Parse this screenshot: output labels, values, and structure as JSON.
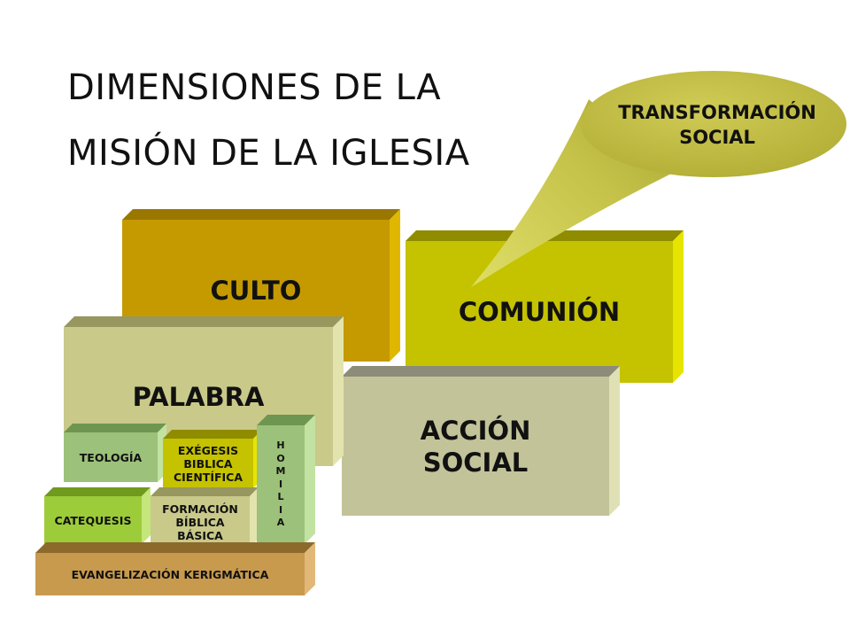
{
  "title": {
    "line1": "DIMENSIONES DE LA",
    "line2": "MISIÓN DE LA IGLESIA"
  },
  "blocks": {
    "culto": "CULTO",
    "comunion": "COMUNIÓN",
    "palabra": "PALABRA",
    "accion_social_1": "ACCIÓN",
    "accion_social_2": "SOCIAL",
    "teologia": "TEOLOGÍA",
    "exegesis_1": "EXÉGESIS",
    "exegesis_2": "BIBLICA",
    "exegesis_3": "CIENTÍFICA",
    "homilia_letters": [
      "H",
      "O",
      "M",
      "I",
      "L",
      "I",
      "A"
    ],
    "catequesis": "CATEQUESIS",
    "formacion_1": "FORMACIÓN",
    "formacion_2": "BÍBLICA",
    "formacion_3": "BÁSICA",
    "evangelizacion": "EVANGELIZACIÓN KERIGMÁTICA"
  },
  "callout": {
    "line1": "TRANSFORMACIÓN",
    "line2": "SOCIAL"
  },
  "colors": {
    "culto": "#c49a00",
    "comunion": "#c5c200",
    "palabra": "#c9c98a",
    "accion_social": "#c3c39a",
    "teologia": "#9cc17a",
    "exegesis": "#c5c200",
    "homilia": "#9cc17a",
    "catequesis": "#9dcc3a",
    "formacion": "#c9c98a",
    "evangelizacion": "#c89a4e",
    "callout": "#c5c24a"
  }
}
